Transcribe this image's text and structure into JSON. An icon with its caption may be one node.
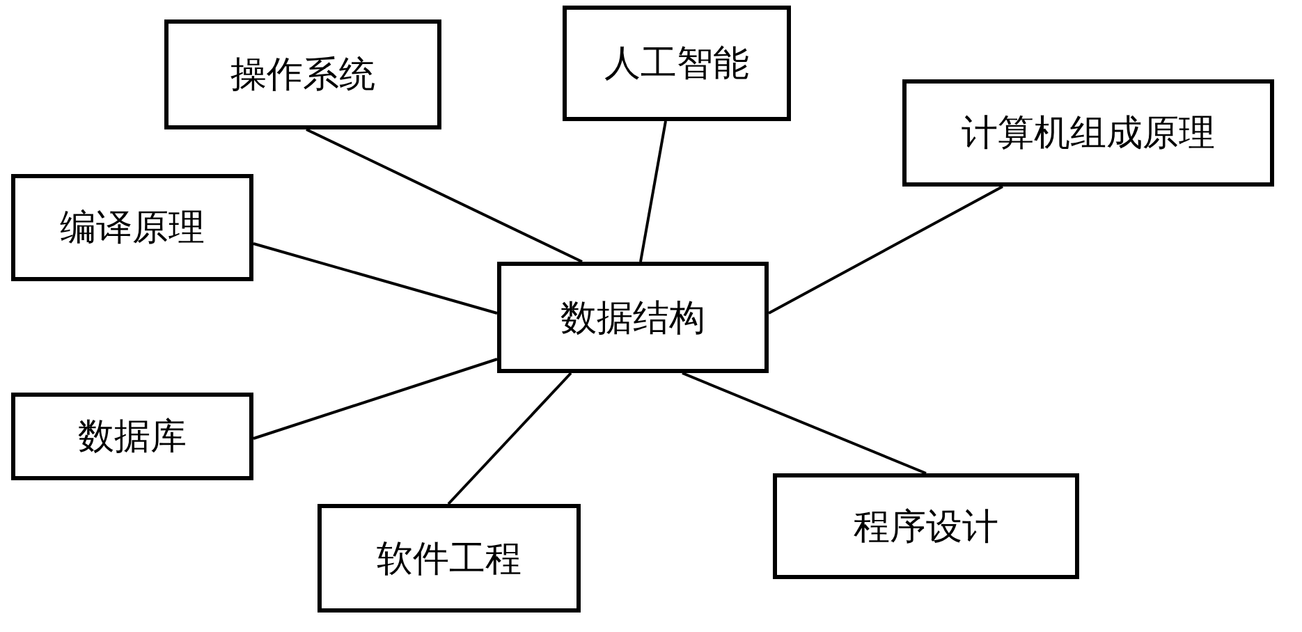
{
  "diagram": {
    "nodes": [
      {
        "text": [
          "操作系统"
        ]
      },
      {
        "text": [
          "人工智能"
        ]
      },
      {
        "text": [
          "计算机组成原理"
        ]
      },
      {
        "text": [
          "编译原理"
        ]
      },
      {
        "text": [
          "数据结构"
        ]
      },
      {
        "text": [
          "数据库"
        ]
      },
      {
        "text": [
          "程序设计"
        ]
      },
      {
        "text": [
          "软件工程"
        ]
      }
    ],
    "edges": [
      {
        "from": 4,
        "to": 0,
        "arrow": "none"
      },
      {
        "from": 4,
        "to": 1,
        "arrow": "none"
      },
      {
        "from": 4,
        "to": 2,
        "arrow": "none"
      },
      {
        "from": 4,
        "to": 3,
        "arrow": "none"
      },
      {
        "from": 4,
        "to": 5,
        "arrow": "none"
      },
      {
        "from": 4,
        "to": 6,
        "arrow": "none"
      },
      {
        "from": 4,
        "to": 7,
        "arrow": "none"
      }
    ]
  }
}
